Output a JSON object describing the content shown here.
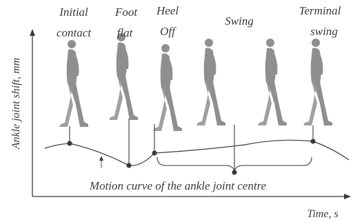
{
  "phases": [
    {
      "line1": "Initial",
      "line2": "contact"
    },
    {
      "line1": "Foot",
      "line2": "flat"
    },
    {
      "line1": "Heel",
      "line2": "Off"
    },
    {
      "line1": "Swing",
      "line2": ""
    },
    {
      "line1": "Terminal",
      "line2": "swing"
    }
  ],
  "axes": {
    "y_label": "Ankle joint shift, mm",
    "x_label": "Time, s"
  },
  "curve_label": "Motion curve of the ankle joint centre",
  "colors": {
    "ink": "#3a3a3a",
    "figure": "#8f8f8f"
  }
}
